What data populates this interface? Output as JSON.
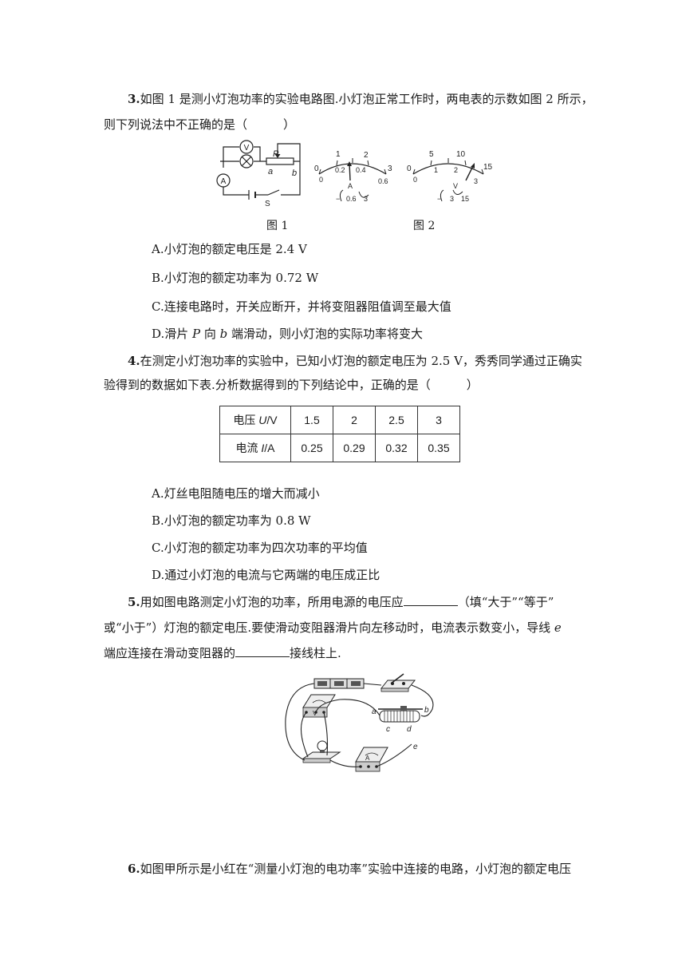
{
  "q3": {
    "num": "3.",
    "line1": "如图 1 是测小灯泡功率的实验电路图.小灯泡正常工作时，两电表的示数如图 2 所示，",
    "line2": "则下列说法中不正确的是（　　　）",
    "fig1_caption": "图 1",
    "fig2_caption": "图 2",
    "fig1_labels": {
      "V": "V",
      "A": "A",
      "P": "P",
      "a": "a",
      "b": "b",
      "S": "S"
    },
    "ammeter": {
      "major": [
        "0",
        "1",
        "2",
        "3"
      ],
      "minor": [
        "0",
        "0.2",
        "0.4",
        "0.6"
      ],
      "unit": "A",
      "terminals": [
        "−",
        "0.6",
        "3"
      ]
    },
    "voltmeter": {
      "major": [
        "0",
        "5",
        "10",
        "15"
      ],
      "minor": [
        "0",
        "1",
        "2",
        "3"
      ],
      "unit": "V",
      "terminals": [
        "−",
        "3",
        "15"
      ]
    },
    "options": {
      "A": "A.小灯泡的额定电压是 2.4 V",
      "B": "B.小灯泡的额定功率为 0.72 W",
      "C": "C.连接电路时，开关应断开，并将变阻器阻值调至最大值",
      "D_pre": "D.滑片 ",
      "D_P": "P",
      "D_mid": " 向 ",
      "D_b": "b",
      "D_post": " 端滑动，则小灯泡的实际功率将变大"
    }
  },
  "q4": {
    "num": "4.",
    "line1": "在测定小灯泡功率的实验中，已知小灯泡的额定电压为 2.5 V，秀秀同学通过正确实",
    "line2": "验得到的数据如下表.分析数据得到的下列结论中，正确的是（　　　）",
    "table": {
      "row1_pre": "电压 ",
      "row1_sym": "U",
      "row1_unit": "/V",
      "row2_pre": "电流 ",
      "row2_sym": "I",
      "row2_unit": "/A",
      "voltage": [
        "1.5",
        "2",
        "2.5",
        "3"
      ],
      "current": [
        "0.25",
        "0.29",
        "0.32",
        "0.35"
      ]
    },
    "options": {
      "A": "A.灯丝电阻随电压的增大而减小",
      "B": "B.小灯泡的额定功率为 0.8 W",
      "C": "C.小灯泡的额定功率为四次功率的平均值",
      "D": "D.通过小灯泡的电流与它两端的电压成正比"
    }
  },
  "q5": {
    "num": "5.",
    "line1_a": "用如图电路测定小灯泡的功率，所用电源的电压应",
    "line1_b": "（填“大于”“等于”",
    "line2_a": "或“小于”）灯泡的额定电压.要使滑动变阻器滑片向左移动时，电流表示数变小，导线 ",
    "line2_e": "e",
    "line3_a": "端应连接在滑动变阻器的",
    "line3_b": "接线柱上.",
    "fig_labels": {
      "a": "a",
      "b": "b",
      "c": "c",
      "d": "d",
      "e": "e",
      "V": "V",
      "A": "A"
    }
  },
  "q6": {
    "num": "6.",
    "line1": "如图甲所示是小红在“测量小灯泡的电功率”实验中连接的电路，小灯泡的额定电压"
  }
}
